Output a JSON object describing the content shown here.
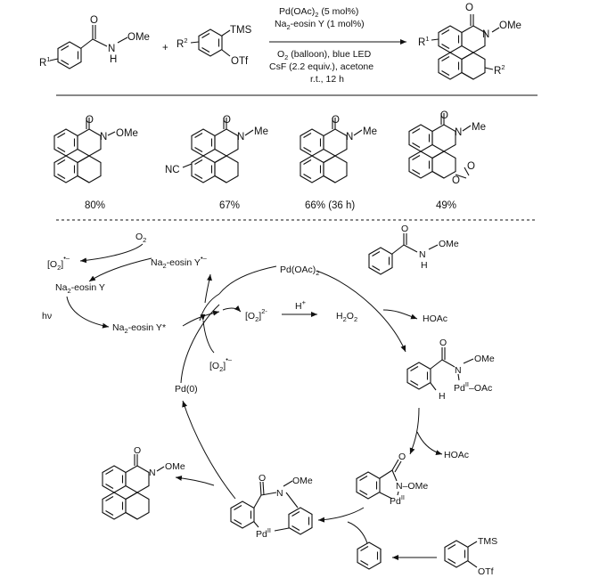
{
  "reaction": {
    "reagent_r1": "R",
    "reagent_r1_sup": "1",
    "reagent_n": "N",
    "reagent_h": "H",
    "reagent_ome": "OMe",
    "reagent_o": "O",
    "plus": "+",
    "aryne_r2": "R",
    "aryne_r2_sup": "2",
    "aryne_tms": "TMS",
    "aryne_otf": "OTf",
    "cond1_a": "Pd(OAc)",
    "cond1_sub": "2",
    "cond1_b": " (5 mol%)",
    "cond2_a": "Na",
    "cond2_sub": "2",
    "cond2_b": "-eosin Y (1 mol%)",
    "cond3_a": "O",
    "cond3_sub": "2",
    "cond3_b": " (balloon), blue LED",
    "cond4": "CsF (2.2 equiv.), acetone",
    "cond5": "r.t., 12 h",
    "product_r1": "R",
    "product_r1_sup": "1",
    "product_n": "N",
    "product_ome": "OMe",
    "product_o": "O",
    "product_r2": "R",
    "product_r2_sup": "2"
  },
  "examples": [
    {
      "subst": "OMe",
      "yield": "80%"
    },
    {
      "subst": "Me",
      "yield": "67%",
      "extra": "NC"
    },
    {
      "subst": "Me",
      "yield": "66% (36 h)"
    },
    {
      "subst": "Me",
      "yield": "49%"
    }
  ],
  "cycle": {
    "o2": "O",
    "o2_sub": "2",
    "superoxide_left": "[O",
    "superoxide_left_sub": "2",
    "superoxide_left_close": "]",
    "superoxide_left_sup": "•–",
    "eosin_radical": "Na",
    "eosin_radical_sub": "2",
    "eosin_radical_tail": "-eosin Y",
    "eosin_radical_sup": "•–",
    "eosin_ground": "Na",
    "eosin_ground_sub": "2",
    "eosin_ground_tail": "-eosin Y",
    "hv": "hν",
    "eosin_excited": "Na",
    "eosin_excited_sub": "2",
    "eosin_excited_tail": "-eosin Y*",
    "pd_oac": "Pd(OAc)",
    "pd_oac_sub": "2",
    "peroxide": "[O",
    "peroxide_sub": "2",
    "peroxide_close": "]",
    "peroxide_sup": "2-",
    "h_plus": "H",
    "h_plus_sup": "+",
    "h2o2_a": "H",
    "h2o2_sub1": "2",
    "h2o2_b": "O",
    "h2o2_sub2": "2",
    "superoxide_bottom": "[O",
    "superoxide_bottom_sub": "2",
    "superoxide_bottom_close": "]",
    "superoxide_bottom_sup": "•–",
    "pd0": "Pd(0)",
    "hoac_1": "HOAc",
    "hoac_2": "HOAc",
    "substrate_ome": "OMe",
    "substrate_n": "N",
    "substrate_h": "H",
    "substrate_o": "O",
    "int1_n": "N",
    "int1_ome": "OMe",
    "int1_pd": "Pd",
    "int1_pd_sup": "II",
    "int1_oac": "–OAc",
    "int1_h": "H",
    "int1_o": "O",
    "int2_n": "N",
    "int2_ome": "–OMe",
    "int2_pd": "Pd",
    "int2_pd_sup": "II",
    "int2_o": "O",
    "int3_n": "N",
    "int3_ome": "OMe",
    "int3_pd": "Pd",
    "int3_pd_sup": "II",
    "int3_o": "O",
    "prod_n": "N",
    "prod_ome": "OMe",
    "prod_o": "O",
    "aryne_tms": "TMS",
    "aryne_otf": "OTf"
  }
}
